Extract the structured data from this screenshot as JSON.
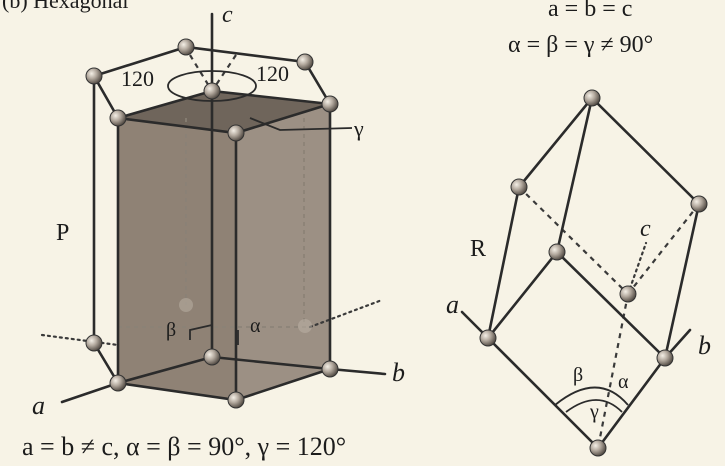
{
  "hexagonal": {
    "heading": "(b) Hexagonal",
    "axis_c": "c",
    "axis_a": "a",
    "axis_b": "b",
    "angle_left": "120",
    "angle_right": "120",
    "gamma": "γ",
    "beta": "β",
    "alpha": "α",
    "lattice_letter": "P",
    "formula": "a = b ≠ c, α = β = 90°, γ = 120°"
  },
  "rhombohedral": {
    "formula_line1": "a = b = c",
    "formula_line2": "α = β = γ ≠ 90°",
    "lattice_letter": "R",
    "axis_c": "c",
    "axis_a": "a",
    "axis_b": "b",
    "beta": "β",
    "alpha": "α",
    "gamma": "γ"
  },
  "colors": {
    "background": "#f7f3e6",
    "prism_fill": "#8f8275",
    "prism_top": "#6f655b",
    "atom": "#9a9085"
  }
}
